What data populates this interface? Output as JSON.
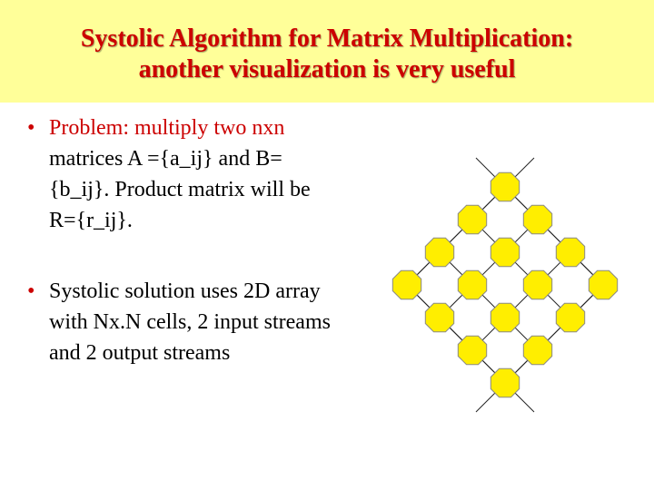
{
  "title": {
    "line1": "Systolic Algorithm for  Matrix Multiplication:",
    "line2": "another visualization is very useful"
  },
  "bullets": [
    {
      "marker": "•",
      "red_text": "Problem:  multiply two nxn",
      "text": "matrices A ={a_ij} and B={b_ij}.  Product matrix will be R={r_ij}."
    },
    {
      "marker": "•",
      "red_text": "",
      "text": "Systolic solution uses 2D array with Nx.N cells, 2 input streams and 2 output streams"
    }
  ],
  "diagram": {
    "grid_size": 4,
    "cell_color": "#ffee00",
    "cell_border": "#888888"
  },
  "colors": {
    "title_bg": "#ffff99",
    "title_text": "#cc0000",
    "accent": "#cc0000"
  }
}
